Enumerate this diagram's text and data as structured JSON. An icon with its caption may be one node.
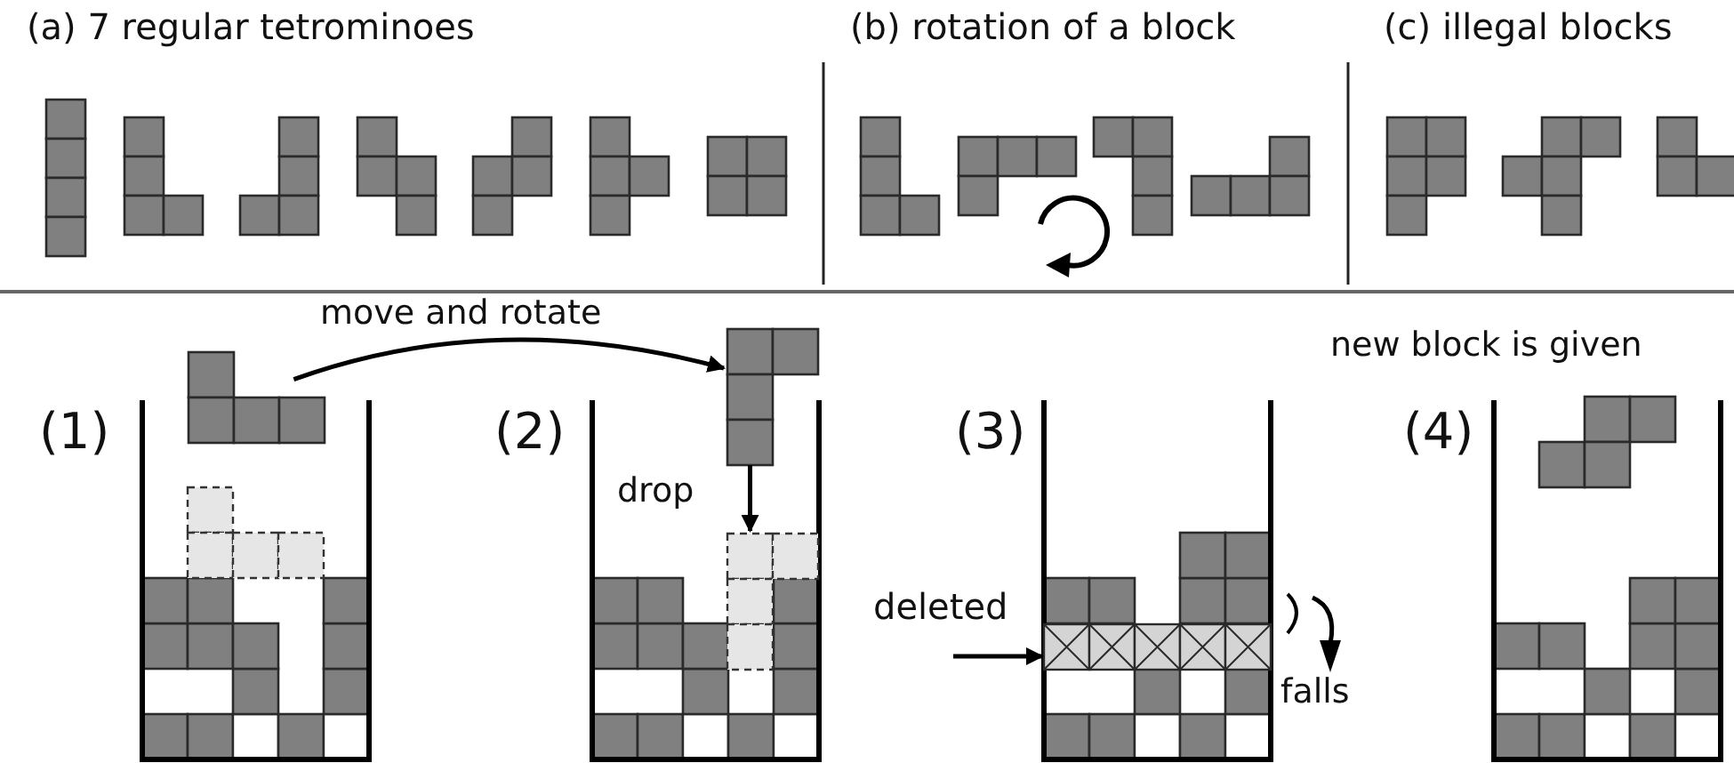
{
  "diagram": {
    "nodes": [
      {
        "text": [],
        "shape": "picture"
      },
      {
        "text": [],
        "shape": "picture"
      },
      {
        "text": [],
        "shape": "picture"
      },
      {
        "text": [
          "deleted"
        ]
      },
      {
        "text": [],
        "shape": "bar"
      }
    ],
    "edges": [
      {
        "from": 0,
        "to": 1,
        "arrow": "to",
        "label": "move and rotate"
      },
      {
        "from": 1,
        "to": 2,
        "arrow": "to",
        "label": "drop"
      },
      {
        "from": 3,
        "to": 4,
        "arrow": "to"
      }
    ],
    "labels": [
      "(a) 7 regular tetrominoes",
      "(b) rotation of a block",
      "(c) illegal blocks",
      "new block is given",
      "(1)",
      "(2)",
      "(3)",
      "(4)",
      "falls"
    ]
  }
}
